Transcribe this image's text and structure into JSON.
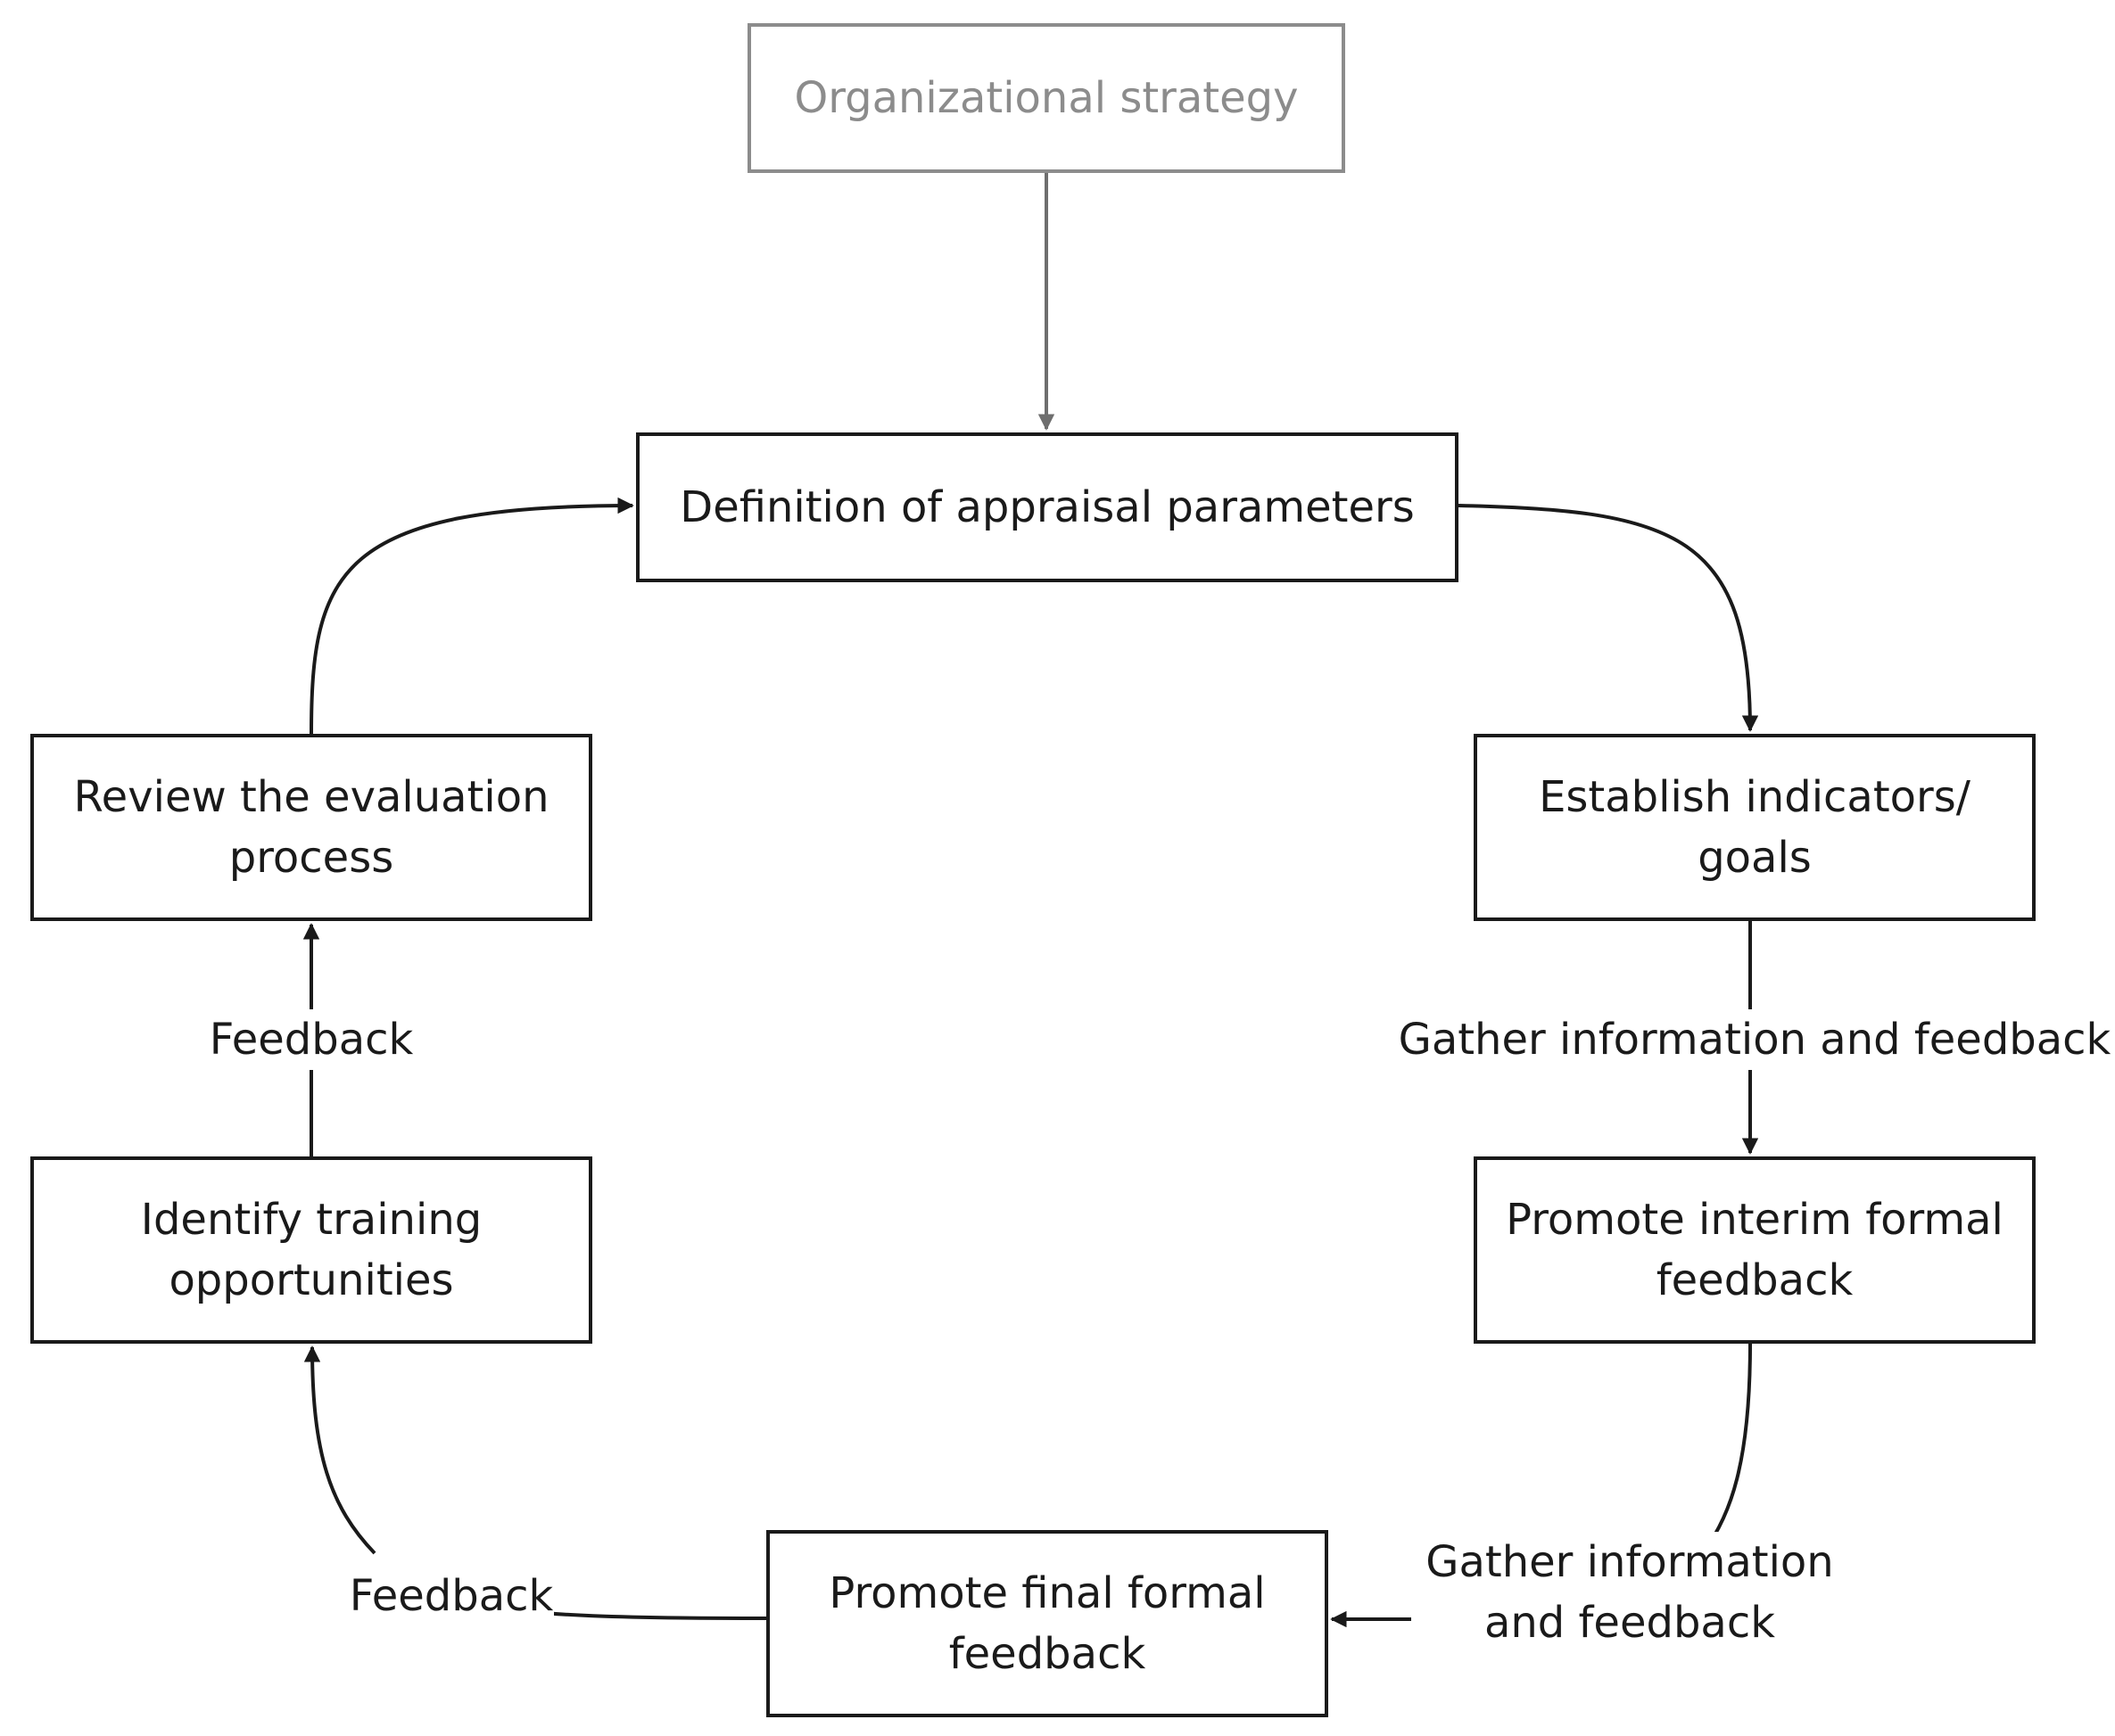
{
  "nodes": {
    "organizational_strategy": "Organizational strategy",
    "definition_of_parameters": "Definition of appraisal parameters",
    "establish_indicators": "Establish indicators/ goals",
    "promote_interim": "Promote interim formal feedback",
    "promote_final": "Promote final formal feedback",
    "identify_training": "Identify training opportunities",
    "review_process": "Review the evaluation process"
  },
  "edge_labels": {
    "indicators_to_interim": "Gather information and feedback",
    "interim_to_final": "Gather information and feedback",
    "final_to_training": "Feedback",
    "training_to_review": "Feedback"
  },
  "colors": {
    "stroke": "#1a1a1a",
    "muted": "#8c8c8c",
    "background": "#ffffff"
  }
}
